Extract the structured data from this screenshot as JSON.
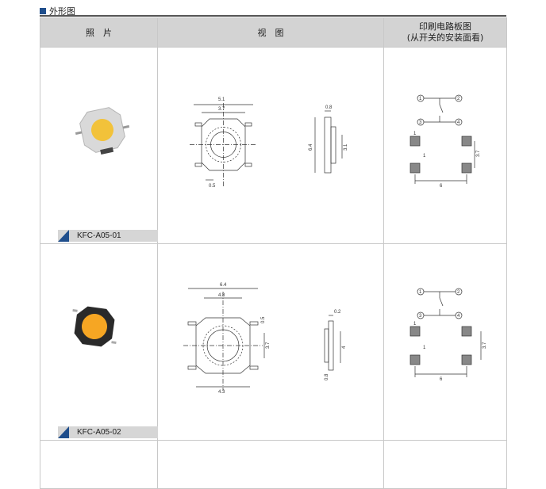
{
  "section": {
    "title": "外形图"
  },
  "table": {
    "headers": {
      "photo": "照　片",
      "view": "视　图",
      "pcb_line1": "印刷电路板图",
      "pcb_line2": "(从开关的安装面看)"
    },
    "rows": [
      {
        "model": "KFC-A05-01",
        "view_dims": {
          "outer": "5.1",
          "inner": "3.7",
          "pin": "0.5",
          "height": "6.4",
          "side_top": "0.8",
          "side_h": "3.1"
        },
        "pcb_dims": {
          "pin1": "1",
          "pin2": "2",
          "pin3": "3",
          "pin4": "4",
          "pad_w": "1",
          "pad_gap": "1",
          "height": "3.7",
          "width": "6"
        },
        "colors": {
          "cap": "#f2c23a",
          "body": "#d9d9d9"
        }
      },
      {
        "model": "KFC-A05-02",
        "view_dims": {
          "outer": "6.4",
          "inner": "4.8",
          "pin": "0.5",
          "height": "3.7",
          "bottom": "4.3",
          "side_top": "0.2",
          "side_h": "4",
          "side_bottom": "0.8"
        },
        "pcb_dims": {
          "pin1": "1",
          "pin2": "2",
          "pin3": "3",
          "pin4": "4",
          "pad_w": "1",
          "pad_gap": "1",
          "height": "3.7",
          "width": "6"
        },
        "colors": {
          "cap": "#f6a623",
          "body": "#2a2a2a"
        }
      }
    ]
  }
}
